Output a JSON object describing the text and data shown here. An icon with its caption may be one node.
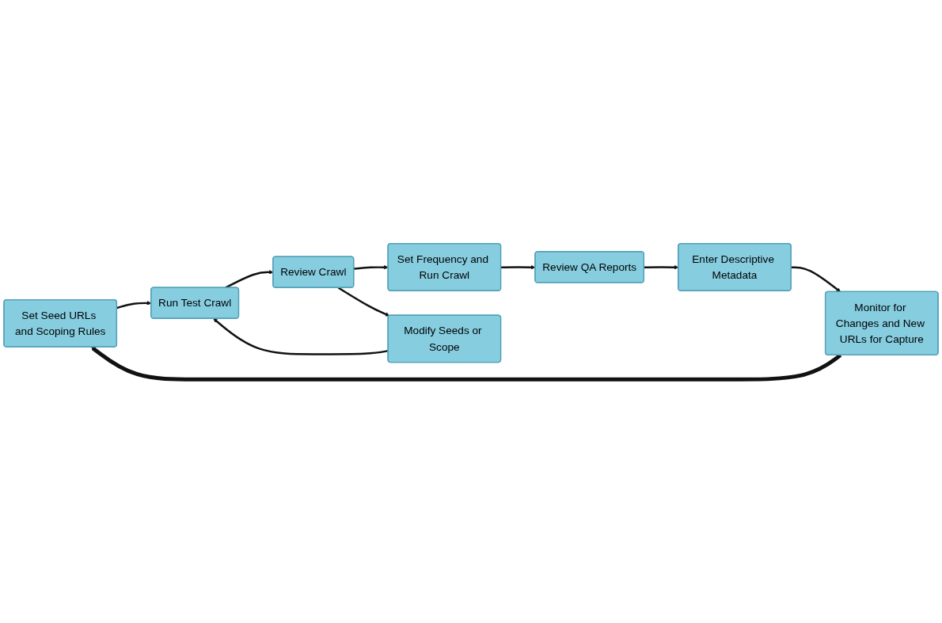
{
  "diagram": {
    "nodes": [
      {
        "text": [
          "Set Seed URLs and Scoping Rules"
        ]
      },
      {
        "text": [
          "Run Test Crawl"
        ]
      },
      {
        "text": [
          "Review Crawl"
        ]
      },
      {
        "text": [
          "Set Frequency and Run Crawl"
        ]
      },
      {
        "text": [
          "Modify Seeds or Scope"
        ]
      },
      {
        "text": [
          "Review QA Reports"
        ]
      },
      {
        "text": [
          "Enter Descriptive Metadata"
        ]
      },
      {
        "text": [
          "Monitor for Changes and New URLs for Capture"
        ]
      }
    ],
    "edges": [
      {
        "from": 0,
        "to": 1,
        "arrow": "to"
      },
      {
        "from": 1,
        "to": 2,
        "arrow": "to"
      },
      {
        "from": 2,
        "to": 3,
        "arrow": "to"
      },
      {
        "from": 2,
        "to": 4,
        "arrow": "to"
      },
      {
        "from": 4,
        "to": 1,
        "arrow": "to"
      },
      {
        "from": 3,
        "to": 5,
        "arrow": "to"
      },
      {
        "from": 5,
        "to": 6,
        "arrow": "to"
      },
      {
        "from": 6,
        "to": 7,
        "arrow": "to"
      },
      {
        "from": 7,
        "to": 0,
        "arrow": "to",
        "style": "thick"
      }
    ]
  }
}
